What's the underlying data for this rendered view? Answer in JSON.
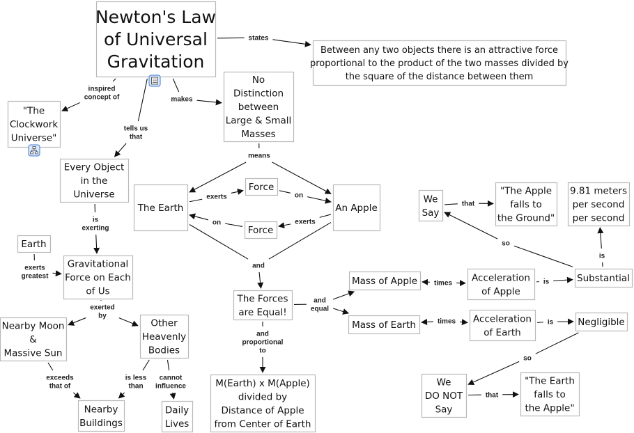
{
  "nodes": {
    "title": {
      "lines": [
        "Newton's Law",
        "of Universal",
        "Gravitation"
      ],
      "icon": "document-icon"
    },
    "statement": {
      "lines": [
        "Between any two objects there is an attractive force",
        "proportional to the product of the two masses divided by",
        "the square of the distance between them"
      ]
    },
    "clockwork": {
      "lines": [
        "\"The",
        "Clockwork",
        "Universe\""
      ],
      "icon": "concept-map-icon"
    },
    "nodist": {
      "lines": [
        "No",
        "Distinction",
        "between",
        "Large & Small",
        "Masses"
      ]
    },
    "every": {
      "lines": [
        "Every Object",
        "in the",
        "Universe"
      ]
    },
    "earth": {
      "lines": [
        "The Earth"
      ]
    },
    "force1": {
      "lines": [
        "Force"
      ]
    },
    "force2": {
      "lines": [
        "Force"
      ]
    },
    "apple": {
      "lines": [
        "An Apple"
      ]
    },
    "earthSmall": {
      "lines": [
        "Earth"
      ]
    },
    "grav": {
      "lines": [
        "Gravitational",
        "Force on Each",
        "of Us"
      ]
    },
    "moon": {
      "lines": [
        "Nearby Moon",
        "&",
        "Massive Sun"
      ]
    },
    "other": {
      "lines": [
        "Other",
        "Heavenly",
        "Bodies"
      ]
    },
    "forcesEqual": {
      "lines": [
        "The Forces",
        "are Equal!"
      ]
    },
    "formula": {
      "lines": [
        "M(Earth) x M(Apple)",
        "divided by",
        "Distance of Apple",
        "from Center of Earth"
      ]
    },
    "buildings": {
      "lines": [
        "Nearby",
        "Buildings"
      ]
    },
    "daily": {
      "lines": [
        "Daily",
        "Lives"
      ]
    },
    "massApple": {
      "lines": [
        "Mass of Apple"
      ]
    },
    "massEarth": {
      "lines": [
        "Mass of Earth"
      ]
    },
    "accelApple": {
      "lines": [
        "Acceleration",
        "of Apple"
      ]
    },
    "accelEarth": {
      "lines": [
        "Acceleration",
        "of Earth"
      ]
    },
    "substantial": {
      "lines": [
        "Substantial"
      ]
    },
    "negligible": {
      "lines": [
        "Negligible"
      ]
    },
    "weSay": {
      "lines": [
        "We",
        "Say"
      ]
    },
    "appleFalls": {
      "lines": [
        "\"The Apple",
        "falls to",
        "the Ground\""
      ]
    },
    "ninePoint": {
      "lines": [
        "9.81 meters",
        "per second",
        "per second"
      ]
    },
    "weDoNot": {
      "lines": [
        "We",
        "DO NOT",
        "Say"
      ]
    },
    "earthFalls": {
      "lines": [
        "\"The Earth",
        "falls to",
        "the Apple\""
      ]
    }
  },
  "links": [
    {
      "label": [
        "states"
      ],
      "from": [
        "title"
      ],
      "to": [
        "statement"
      ]
    },
    {
      "label": [
        "inspired",
        "concept of"
      ],
      "from": [
        "title"
      ],
      "to": [
        "clockwork"
      ]
    },
    {
      "label": [
        "tells us",
        "that"
      ],
      "from": [
        "title"
      ],
      "to": [
        "every"
      ]
    },
    {
      "label": [
        "makes"
      ],
      "from": [
        "title"
      ],
      "to": [
        "nodist"
      ]
    },
    {
      "label": [
        "means"
      ],
      "from": [
        "nodist"
      ],
      "to": [
        "earth",
        "apple"
      ]
    },
    {
      "label": [
        "exerts"
      ],
      "from": [
        "earth"
      ],
      "to": [
        "force1"
      ]
    },
    {
      "label": [
        "on"
      ],
      "from": [
        "force1"
      ],
      "to": [
        "apple"
      ]
    },
    {
      "label": [
        "exerts"
      ],
      "from": [
        "apple"
      ],
      "to": [
        "force2"
      ]
    },
    {
      "label": [
        "on"
      ],
      "from": [
        "force2"
      ],
      "to": [
        "earth"
      ]
    },
    {
      "label": [
        "and"
      ],
      "from": [
        "earth",
        "apple"
      ],
      "to": [
        "forcesEqual"
      ]
    },
    {
      "label": [
        "is",
        "exerting"
      ],
      "from": [
        "every"
      ],
      "to": [
        "grav"
      ]
    },
    {
      "label": [
        "exerts",
        "greatest"
      ],
      "from": [
        "earthSmall"
      ],
      "to": [
        "grav"
      ]
    },
    {
      "label": [
        "exerted",
        "by"
      ],
      "from": [
        "grav"
      ],
      "to": [
        "moon",
        "other"
      ]
    },
    {
      "label": [
        "exceeds",
        "that of"
      ],
      "from": [
        "moon"
      ],
      "to": [
        "buildings"
      ]
    },
    {
      "label": [
        "is less",
        "than"
      ],
      "from": [
        "other"
      ],
      "to": [
        "buildings"
      ]
    },
    {
      "label": [
        "cannot",
        "influence"
      ],
      "from": [
        "other"
      ],
      "to": [
        "daily"
      ]
    },
    {
      "label": [
        "and",
        "proportional",
        "to"
      ],
      "from": [
        "forcesEqual"
      ],
      "to": [
        "formula"
      ]
    },
    {
      "label": [
        "and",
        "equal"
      ],
      "from": [
        "forcesEqual"
      ],
      "to": [
        "massApple",
        "massEarth"
      ]
    },
    {
      "label": [
        "times"
      ],
      "from": [
        "accelApple"
      ],
      "to": [
        "massApple",
        "accelApple"
      ],
      "both": true
    },
    {
      "label": [
        "times"
      ],
      "from": [
        "accelEarth"
      ],
      "to": [
        "massEarth",
        "accelEarth"
      ],
      "both": true
    },
    {
      "label": [
        "is"
      ],
      "from": [
        "accelApple"
      ],
      "to": [
        "substantial"
      ]
    },
    {
      "label": [
        "is"
      ],
      "from": [
        "accelEarth"
      ],
      "to": [
        "negligible"
      ]
    },
    {
      "label": [
        "so"
      ],
      "from": [
        "substantial"
      ],
      "to": [
        "weSay"
      ]
    },
    {
      "label": [
        "is"
      ],
      "from": [
        "substantial"
      ],
      "to": [
        "ninePoint"
      ]
    },
    {
      "label": [
        "that"
      ],
      "from": [
        "weSay"
      ],
      "to": [
        "appleFalls"
      ]
    },
    {
      "label": [
        "so"
      ],
      "from": [
        "negligible"
      ],
      "to": [
        "weDoNot"
      ]
    },
    {
      "label": [
        "that"
      ],
      "from": [
        "weDoNot"
      ],
      "to": [
        "earthFalls"
      ]
    }
  ]
}
